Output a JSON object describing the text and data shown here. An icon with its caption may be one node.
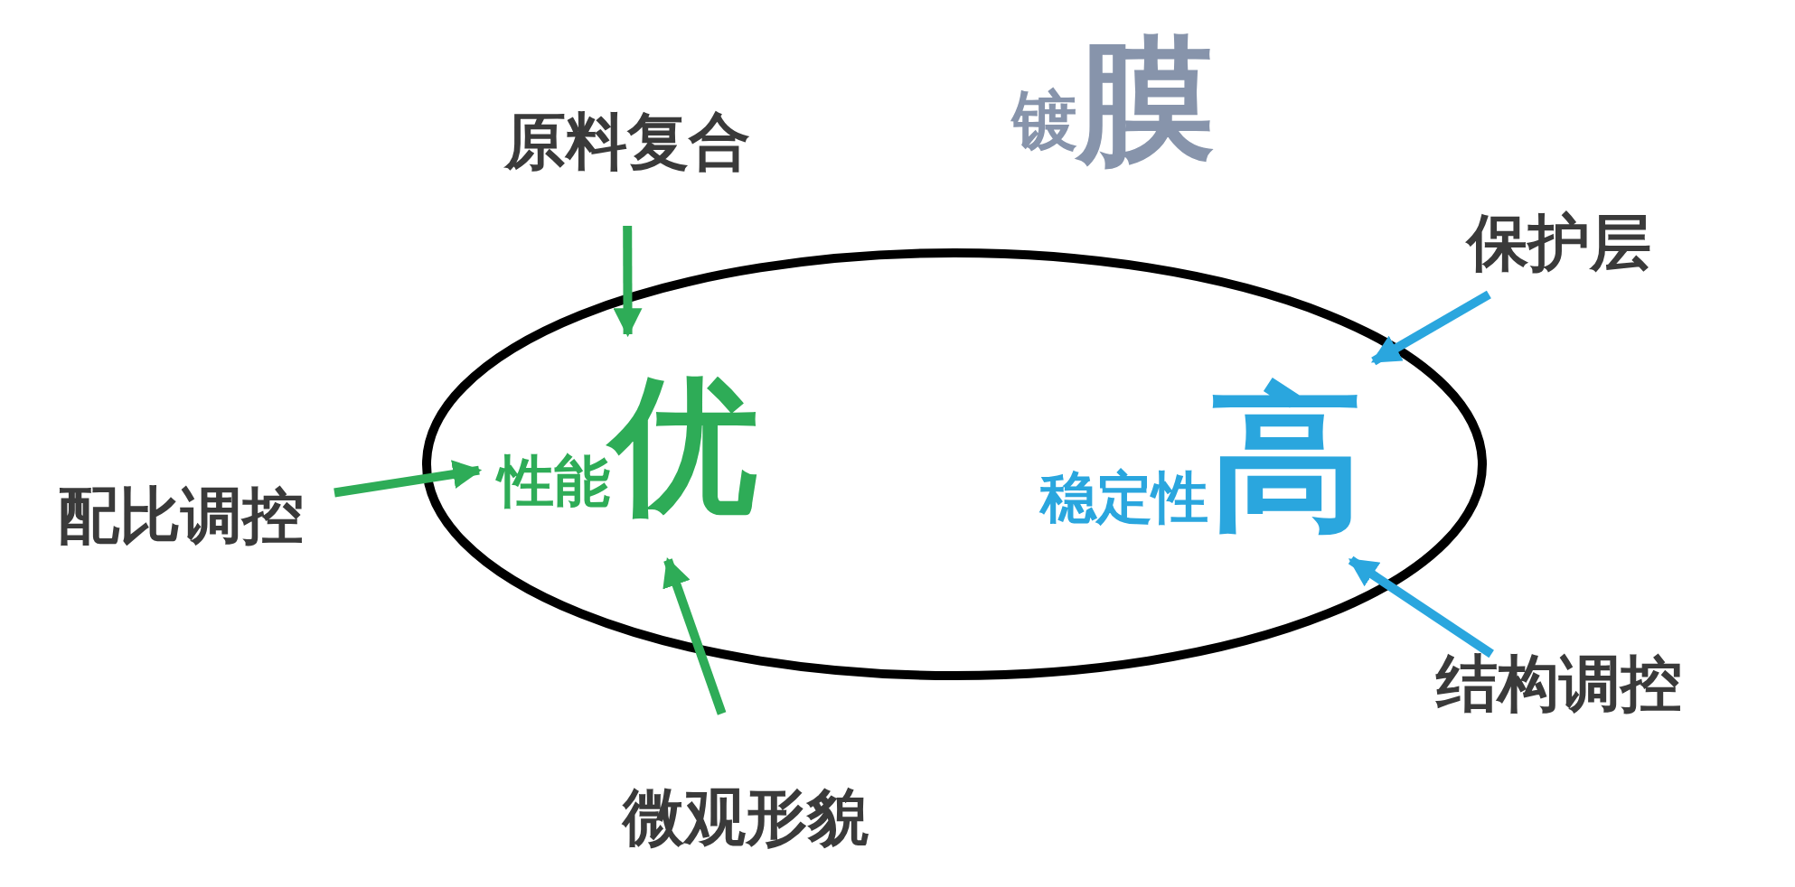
{
  "diagram": {
    "title": "镀膜",
    "nodes": [
      {
        "text": [],
        "shape": "ellipse"
      },
      {
        "text": [
          "性能优"
        ],
        "in": 0
      },
      {
        "text": [
          "稳定性高"
        ],
        "in": 0
      },
      {
        "text": [
          "原料复合"
        ]
      },
      {
        "text": [
          "配比调控"
        ]
      },
      {
        "text": [
          "微观形貌"
        ]
      },
      {
        "text": [
          "保护层"
        ]
      },
      {
        "text": [
          "结构调控"
        ]
      }
    ],
    "edges": [
      {
        "from": 3,
        "to": 1,
        "arrow": "to",
        "color": "#2eac57"
      },
      {
        "from": 4,
        "to": 1,
        "arrow": "to",
        "color": "#2eac57"
      },
      {
        "from": 5,
        "to": 1,
        "arrow": "to",
        "color": "#2eac57"
      },
      {
        "from": 6,
        "to": 2,
        "arrow": "to",
        "color": "#2aa6de"
      },
      {
        "from": 7,
        "to": 2,
        "arrow": "to",
        "color": "#2aa6de"
      }
    ]
  }
}
